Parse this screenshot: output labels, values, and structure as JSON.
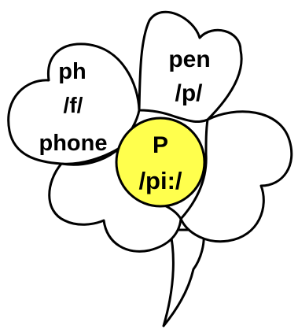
{
  "diagram": {
    "petal_left": {
      "line1": "ph",
      "line2": "/f/",
      "line3": "phone"
    },
    "petal_right": {
      "line1": "pen",
      "line2": "/p/"
    },
    "center": {
      "letter": "P",
      "ipa": "/pi:/"
    }
  },
  "colors": {
    "outline": "#000000",
    "petal_fill": "#ffffff",
    "center_fill": "#ffff4d",
    "text": "#000000"
  }
}
